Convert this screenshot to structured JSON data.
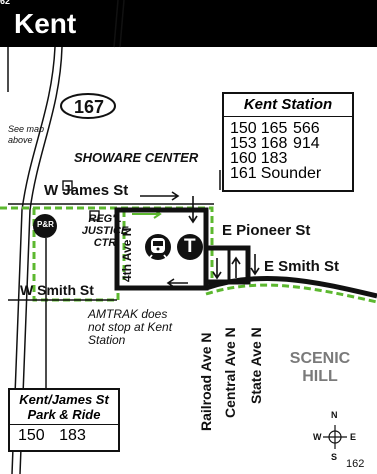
{
  "header": {
    "title": "Kent",
    "corner_text": "62"
  },
  "route_shield": "167",
  "see_map_note": "See map above",
  "places": {
    "showare": "SHOWARE CENTER",
    "justice": "REG'L JUSTICE CTR",
    "scenic_hill": "SCENIC HILL",
    "pr_badge": "P&R",
    "transit_badge": "T"
  },
  "streets": {
    "w_james": "W James St",
    "e_pioneer": "E Pioneer St",
    "e_smith": "E Smith St",
    "w_smith": "W Smith St",
    "fourth_ave": "4th Ave N",
    "railroad_ave": "Railroad Ave N",
    "central_ave": "Central Ave N",
    "state_ave": "State Ave N"
  },
  "amtrak_note": "AMTRAK does not stop at Kent Station",
  "kent_station": {
    "title": "Kent Station",
    "routes": [
      [
        "150",
        "165",
        "566"
      ],
      [
        "153",
        "168",
        "914"
      ],
      [
        "160",
        "183",
        ""
      ],
      [
        "161",
        "Sounder",
        ""
      ]
    ]
  },
  "park_ride": {
    "title": "Kent/James St Park & Ride",
    "routes": [
      "150",
      "183"
    ]
  },
  "compass": {
    "n": "N",
    "s": "S",
    "e": "E",
    "w": "W"
  },
  "page_number": "162",
  "colors": {
    "header": "#000000",
    "route_line": "#111111",
    "walk_path": "#5cb82f",
    "scenic": "#7a7a7a"
  }
}
